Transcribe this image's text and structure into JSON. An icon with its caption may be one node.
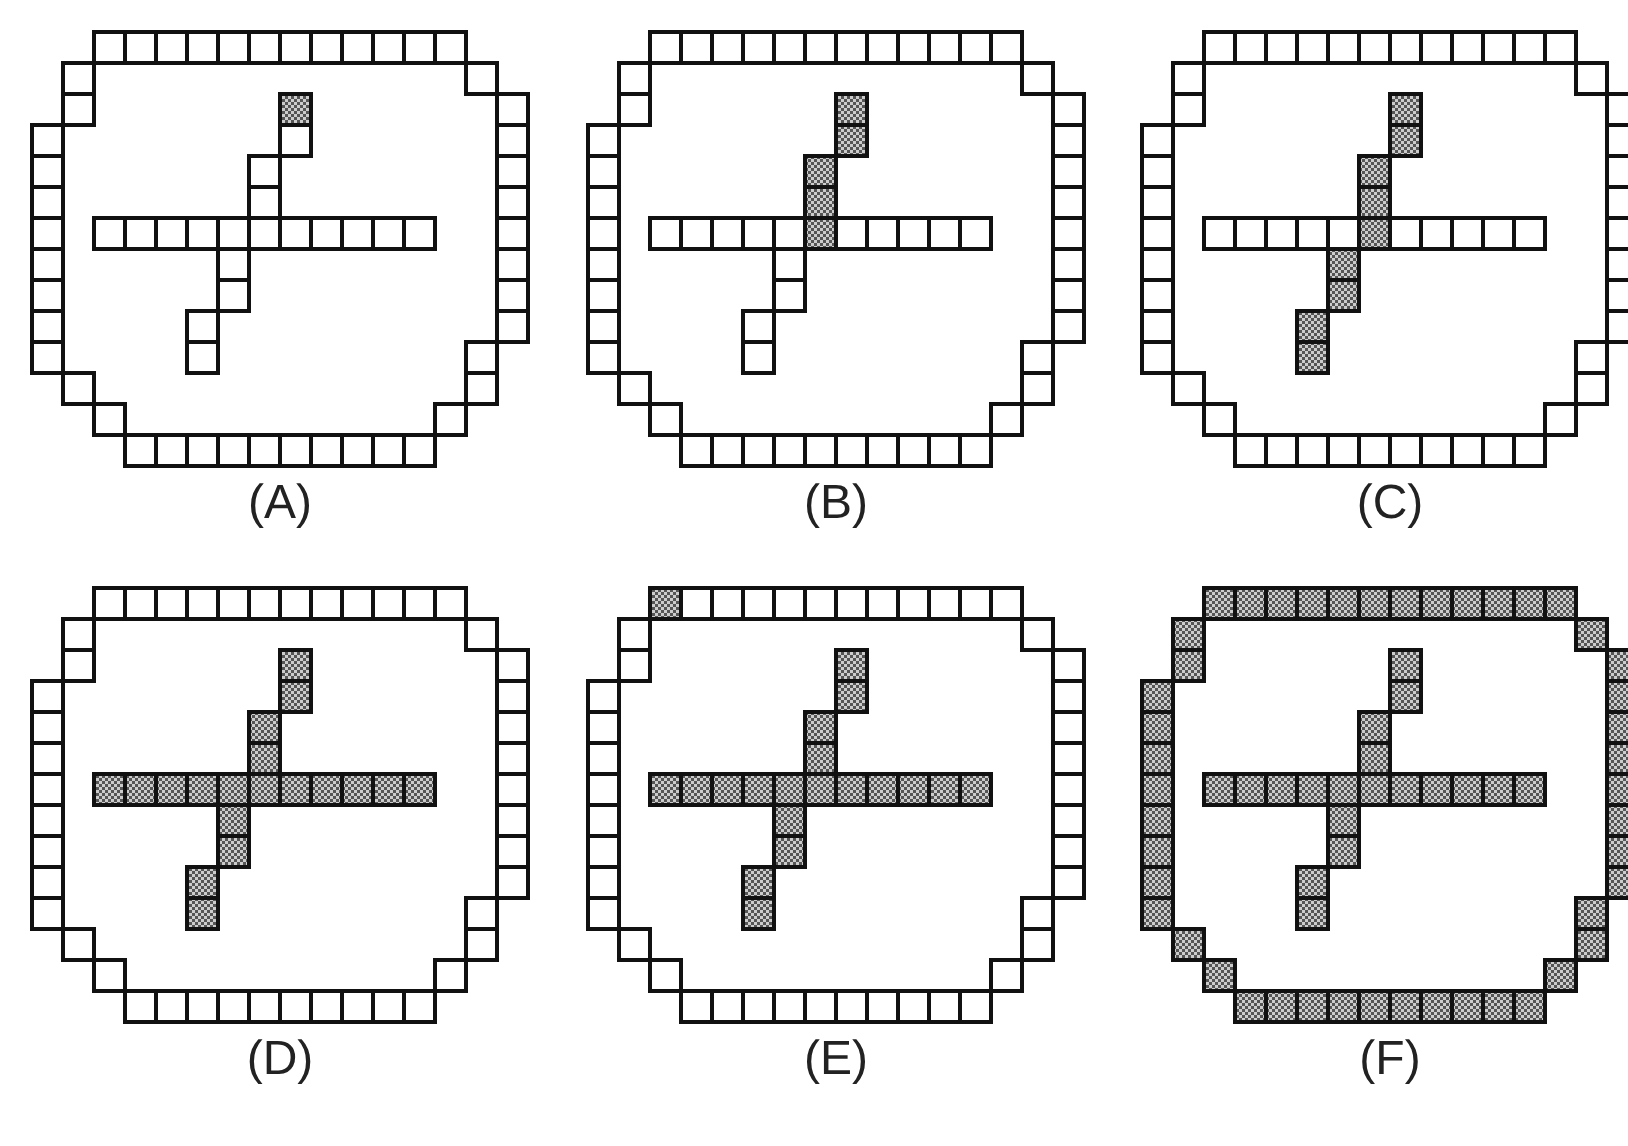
{
  "diagram": {
    "labels": [
      "(A)",
      "(B)",
      "(C)",
      "(D)",
      "(E)",
      "(F)"
    ]
  }
}
